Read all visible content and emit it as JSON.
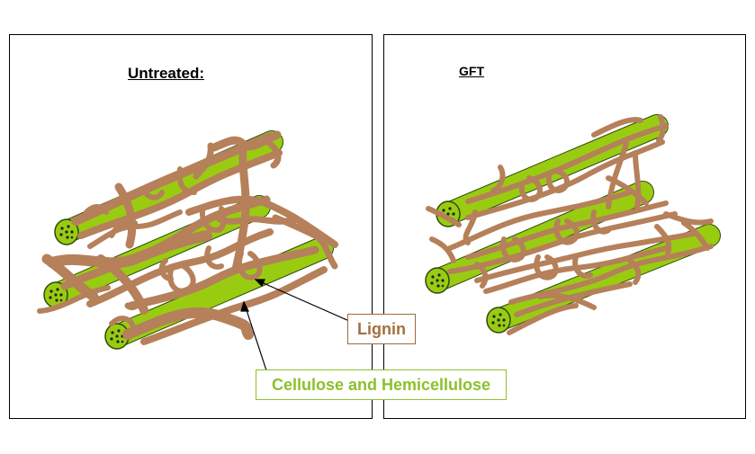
{
  "panels": {
    "left": {
      "title": "Untreated:"
    },
    "right": {
      "title": "GFT"
    }
  },
  "labels": {
    "lignin": "Lignin",
    "cellulose": "Cellulose and Hemicellulose"
  },
  "colors": {
    "cellulose_green": "#99cc11",
    "lignin_brown": "#b5805a",
    "lignin_text": "#a2703f",
    "cellulose_text": "#8bc12b"
  }
}
